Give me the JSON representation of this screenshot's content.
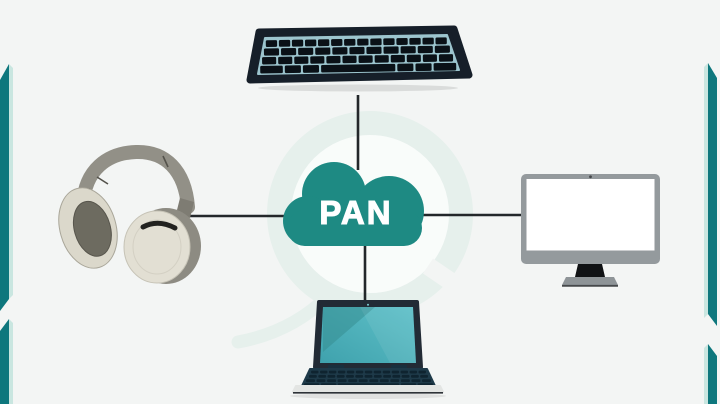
{
  "diagram": {
    "center_label": "PAN",
    "center_shape": "cloud",
    "nodes": [
      {
        "icon": "keyboard-icon",
        "position": "top"
      },
      {
        "icon": "headphones-icon",
        "position": "left"
      },
      {
        "icon": "desktop-monitor-icon",
        "position": "right"
      },
      {
        "icon": "laptop-icon",
        "position": "bottom"
      }
    ],
    "connections": [
      {
        "from": "pan-cloud",
        "to": "keyboard-icon"
      },
      {
        "from": "pan-cloud",
        "to": "headphones-icon"
      },
      {
        "from": "pan-cloud",
        "to": "desktop-monitor-icon"
      },
      {
        "from": "pan-cloud",
        "to": "laptop-icon"
      }
    ]
  },
  "colors": {
    "background": "#f3f5f4",
    "ribbon": "#0e777d",
    "ribbon_light": "#c9e6e0",
    "watermark": "#e6f0ec",
    "line": "#23272a",
    "cloud": "#1e8a83",
    "cloud_text": "#ffffff",
    "kb_frame": "#161f29",
    "kb_surface": "#9cc5ce",
    "kb_key": "#0a1117",
    "hp_band": "#929087",
    "hp_cup": "#dbd8cb",
    "hp_cup_face": "#e2dfd3",
    "hp_pad": "#6d6b60",
    "hp_shell": "#8d8b82",
    "hp_dark": "#22221f",
    "mon_frame": "#949a9d",
    "mon_screen": "#ffffff",
    "mon_dark": "#101214",
    "mon_base": "#8e9497",
    "lap_frame": "#222b35",
    "lap_screen": "#47aeb8",
    "lap_screen_light": "#5ec0c8",
    "lap_deck": "#1e3a49",
    "lap_key": "#0f2430",
    "lap_base": "#e3e5e3"
  }
}
